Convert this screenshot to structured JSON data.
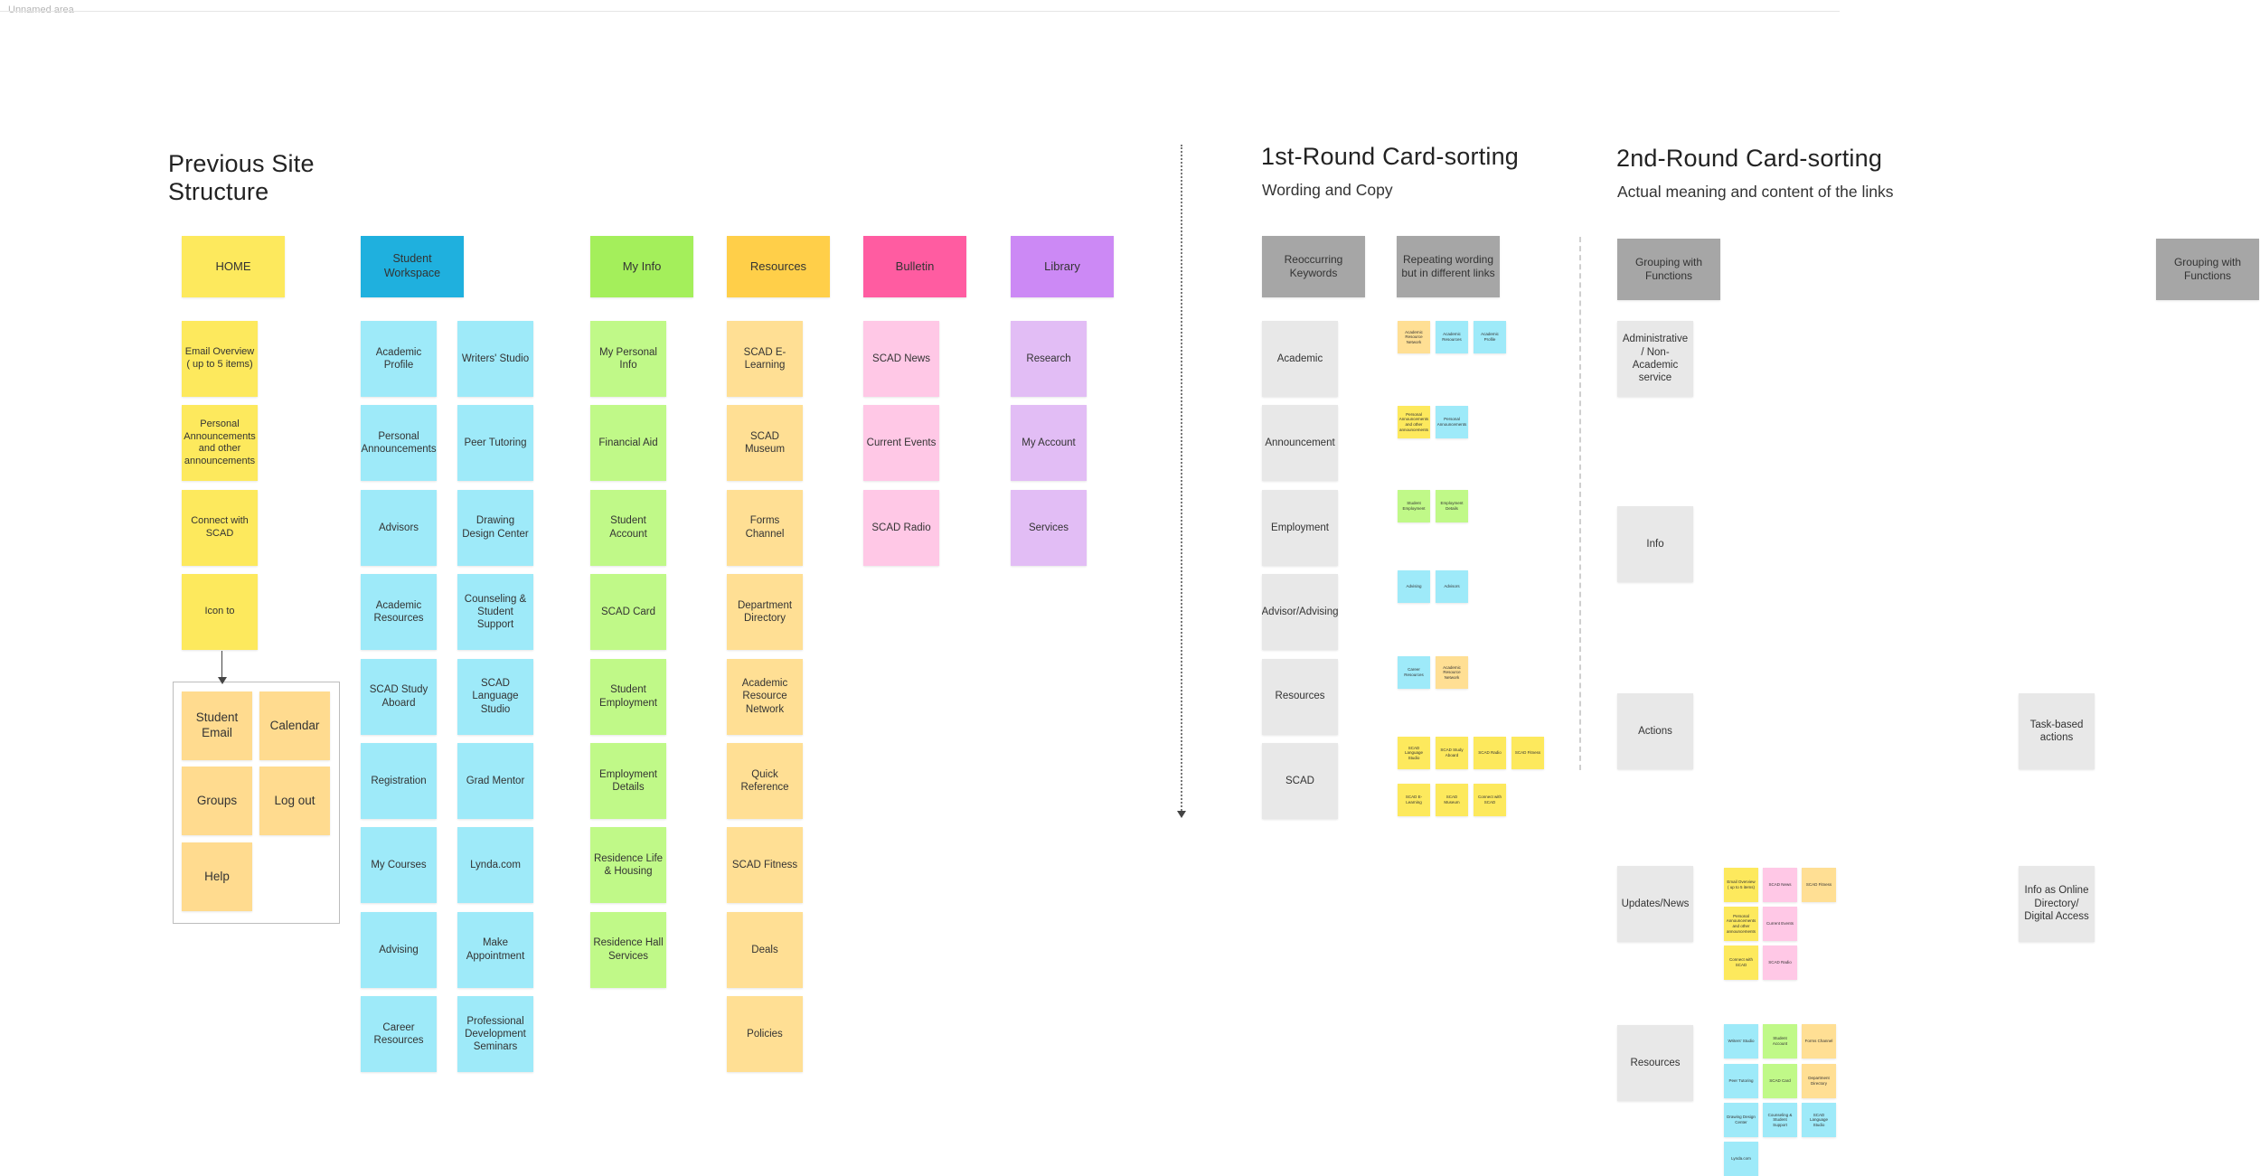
{
  "area_label": "Unnamed area",
  "titles": {
    "previous_line1": "Previous Site",
    "previous_line2": "Structure",
    "round1": "1st-Round Card-sorting",
    "round1_sub": "Wording and Copy",
    "round2": "2nd-Round Card-sorting",
    "round2_sub": "Actual meaning and content of the links"
  },
  "colors": {
    "yellow": "#fde95d",
    "yellow_light": "#ffdb8f",
    "blue_header": "#1fb0de",
    "blue_light": "#9eeaf9",
    "green_header": "#a4ef5b",
    "green_light": "#c0f988",
    "orange_header": "#ffcf49",
    "orange_light": "#ffdf94",
    "pink_header": "#ff5ca1",
    "pink_light": "#ffc8e6",
    "purple_header": "#cc89f5",
    "purple_light": "#e2bdf5",
    "gray_header": "#a6a6a6",
    "gray_light": "#e8e8e8"
  },
  "previous": {
    "home": {
      "header": "HOME",
      "items": [
        "Email Overview ( up to 5 items)",
        "Personal Announcements and other announcements",
        "Connect with SCAD",
        "Icon to"
      ],
      "popup": [
        "Student Email",
        "Calendar",
        "Groups",
        "Log out",
        "Help"
      ]
    },
    "student_workspace": {
      "header": "Student Workspace",
      "col1": [
        "Academic Profile",
        "Personal Announcements",
        "Advisors",
        "Academic Resources",
        "SCAD Study Aboard",
        "Registration",
        "My Courses",
        "Advising",
        "Career Resources"
      ],
      "col2": [
        "Writers' Studio",
        "Peer Tutoring",
        "Drawing Design Center",
        "Counseling & Student Support",
        "SCAD Language Studio",
        "Grad Mentor",
        "Lynda.com",
        "Make Appointment",
        "Professional Development Seminars"
      ]
    },
    "my_info": {
      "header": "My Info",
      "items": [
        "My Personal Info",
        "Financial Aid",
        "Student Account",
        "SCAD Card",
        "Student Employment",
        "Employment Details",
        "Residence Life & Housing",
        "Residence Hall Services"
      ]
    },
    "resources": {
      "header": "Resources",
      "items": [
        "SCAD E-Learning",
        "SCAD Museum",
        "Forms Channel",
        "Department Directory",
        "Academic Resource Network",
        "Quick Reference",
        "SCAD Fitness",
        "Deals",
        "Policies"
      ]
    },
    "bulletin": {
      "header": "Bulletin",
      "items": [
        "SCAD News",
        "Current Events",
        "SCAD Radio"
      ]
    },
    "library": {
      "header": "Library",
      "items": [
        "Research",
        "My Account",
        "Services"
      ]
    }
  },
  "round1": {
    "headers": [
      "Reoccurring Keywords",
      "Repeating wording but in different links"
    ],
    "keywords": [
      "Academic",
      "Announcement",
      "Employment",
      "Advisor/Advising",
      "Resources",
      "SCAD"
    ],
    "groups": [
      [
        "Academic Resource Network",
        "Academic Resources",
        "Academic Profile"
      ],
      [
        "Personal Announcements and other announcements",
        "Personal Announcements"
      ],
      [
        "Student Employment",
        "Employment Details"
      ],
      [
        "Advising",
        "Advisors"
      ],
      [
        "Career Resources",
        "Academic Resource Network"
      ],
      [
        "SCAD Language Studio",
        "SCAD Study Aboard",
        "SCAD Radio",
        "SCAD Fitness"
      ],
      [
        "SCAD E-Learning",
        "SCAD Museum",
        "Connect with SCAD"
      ]
    ]
  },
  "round2": {
    "headers": [
      "Grouping with Functions",
      "Grouping with Functions"
    ],
    "categories": [
      "Administrative / Non-Academic service",
      "Info",
      "Actions",
      "Updates/News",
      "Resources"
    ],
    "right_categories": [
      "Task-based actions",
      "Info as Online Directory/ Digital Access"
    ],
    "updates_cards": [
      "Email Overview ( up to 5 items)",
      "SCAD News",
      "SCAD Fitness",
      "Personal Announcements and other announcements",
      "Current Events",
      "Connect with SCAD",
      "SCAD Radio"
    ],
    "resources_cards": [
      "Writers' Studio",
      "Student Account",
      "Forms Channel",
      "Peer Tutoring",
      "SCAD Card",
      "Department Directory",
      "Drawing Design Center",
      "Counseling & Student Support",
      "SCAD Language Studio",
      "Lynda.com"
    ]
  }
}
